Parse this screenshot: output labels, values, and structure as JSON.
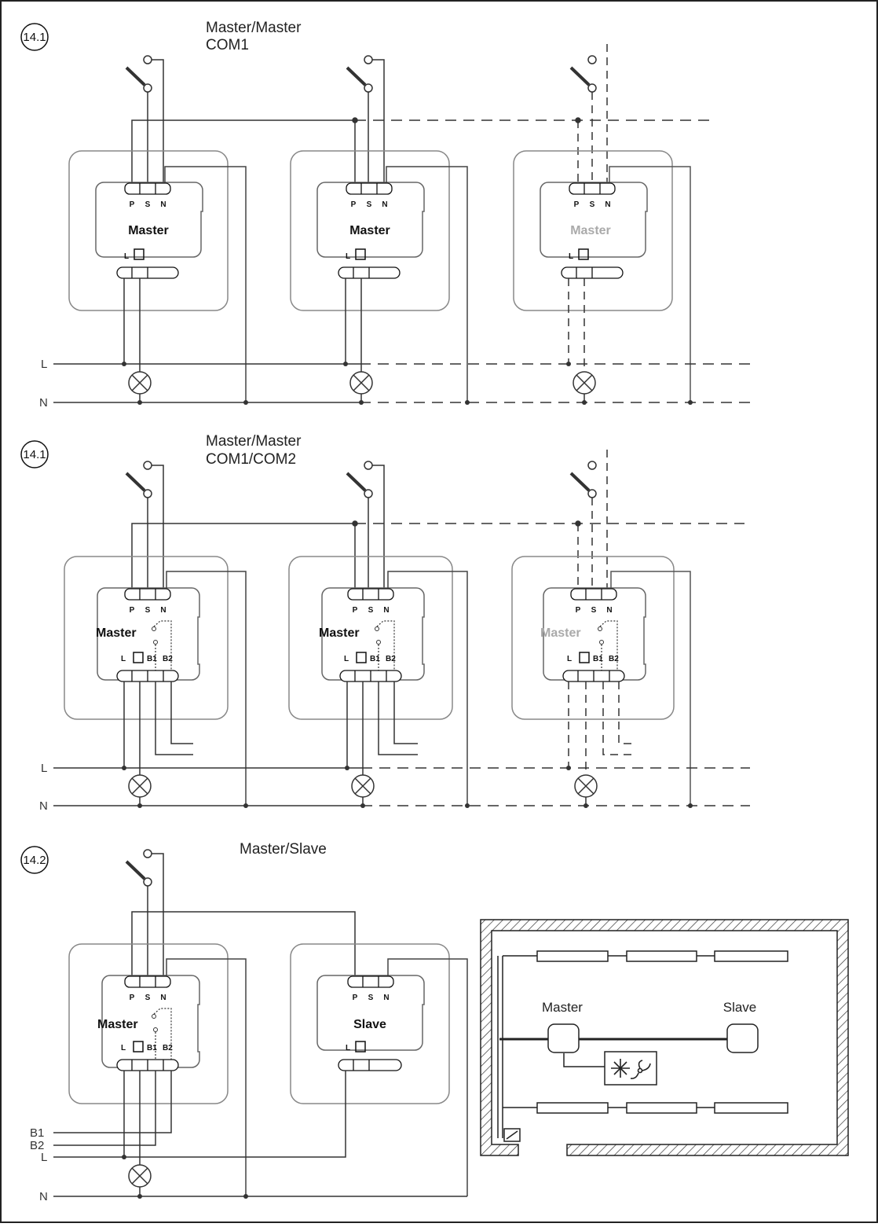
{
  "sections": [
    {
      "number": "14.1",
      "title_line1": "Master/Master",
      "title_line2": "COM1",
      "devices": [
        "Master",
        "Master",
        "Master"
      ],
      "terminals_top": [
        "P",
        "S",
        "N"
      ],
      "terminal_L": "L",
      "bus_labels": [
        "L",
        "N"
      ]
    },
    {
      "number": "14.1",
      "title_line1": "Master/Master",
      "title_line2": "COM1/COM2",
      "devices": [
        "Master",
        "Master",
        "Master"
      ],
      "terminals_top": [
        "P",
        "S",
        "N"
      ],
      "terminals_bottom": [
        "L",
        "B1",
        "B2"
      ],
      "bus_labels": [
        "L",
        "N"
      ]
    },
    {
      "number": "14.2",
      "title_line1": "Master/Slave",
      "devices": [
        "Master",
        "Slave"
      ],
      "terminals_top": [
        "P",
        "S",
        "N"
      ],
      "terminals_bottom": [
        "L",
        "B1",
        "B2"
      ],
      "terminal_L": "L",
      "bus_labels": [
        "B1",
        "B2",
        "L",
        "N"
      ]
    }
  ],
  "room_plan": {
    "master_label": "Master",
    "slave_label": "Slave"
  }
}
